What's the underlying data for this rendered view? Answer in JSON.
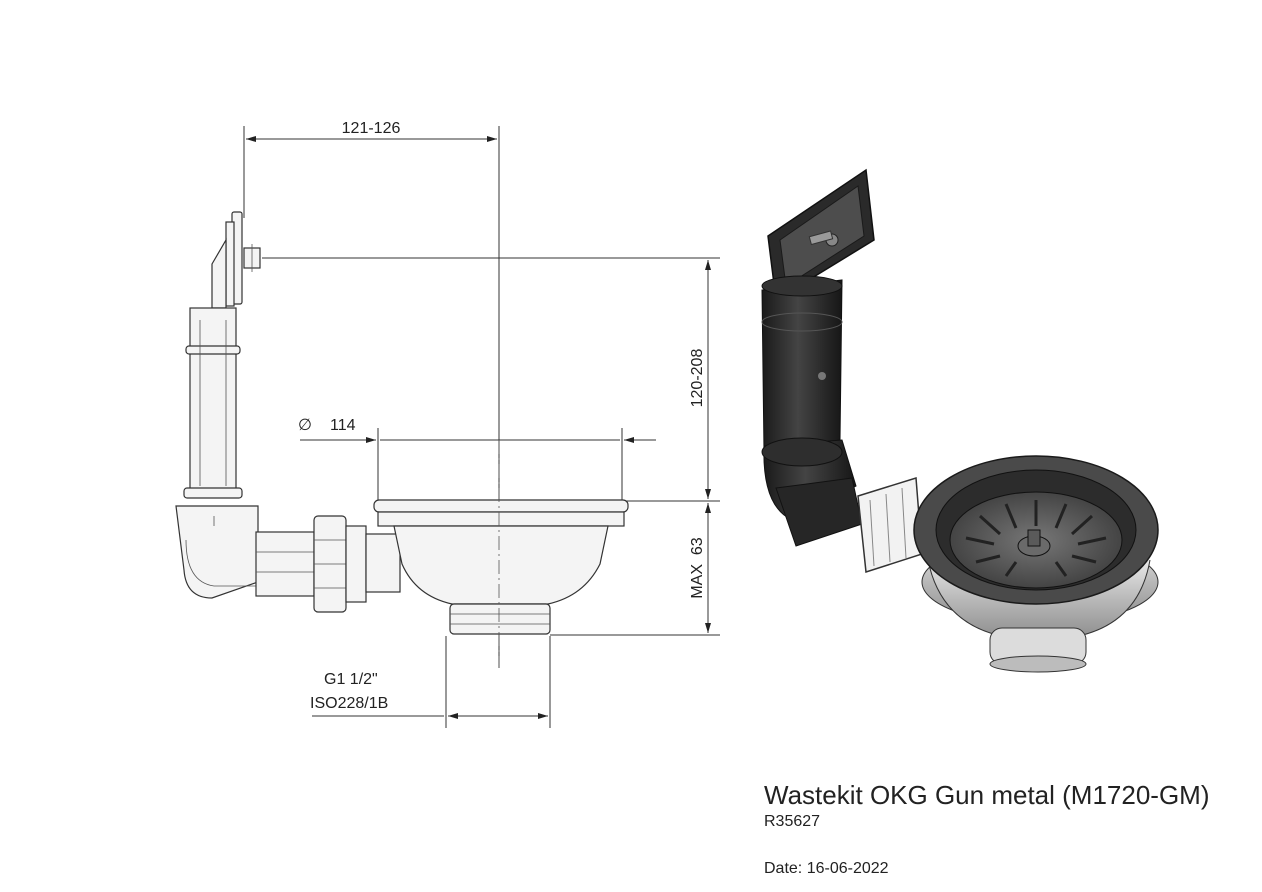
{
  "dimensions": {
    "width_offset": "121-126",
    "height_range": "120-208",
    "diameter_symbol": "∅",
    "diameter_value": "114",
    "max_depth": "MAX  63",
    "thread_line1": "G1 1/2\"",
    "thread_line2": "ISO228/1B"
  },
  "title_block": {
    "title": "Wastekit OKG Gun metal (M1720-GM)",
    "code": "R35627",
    "date": "Date: 16-06-2022"
  }
}
